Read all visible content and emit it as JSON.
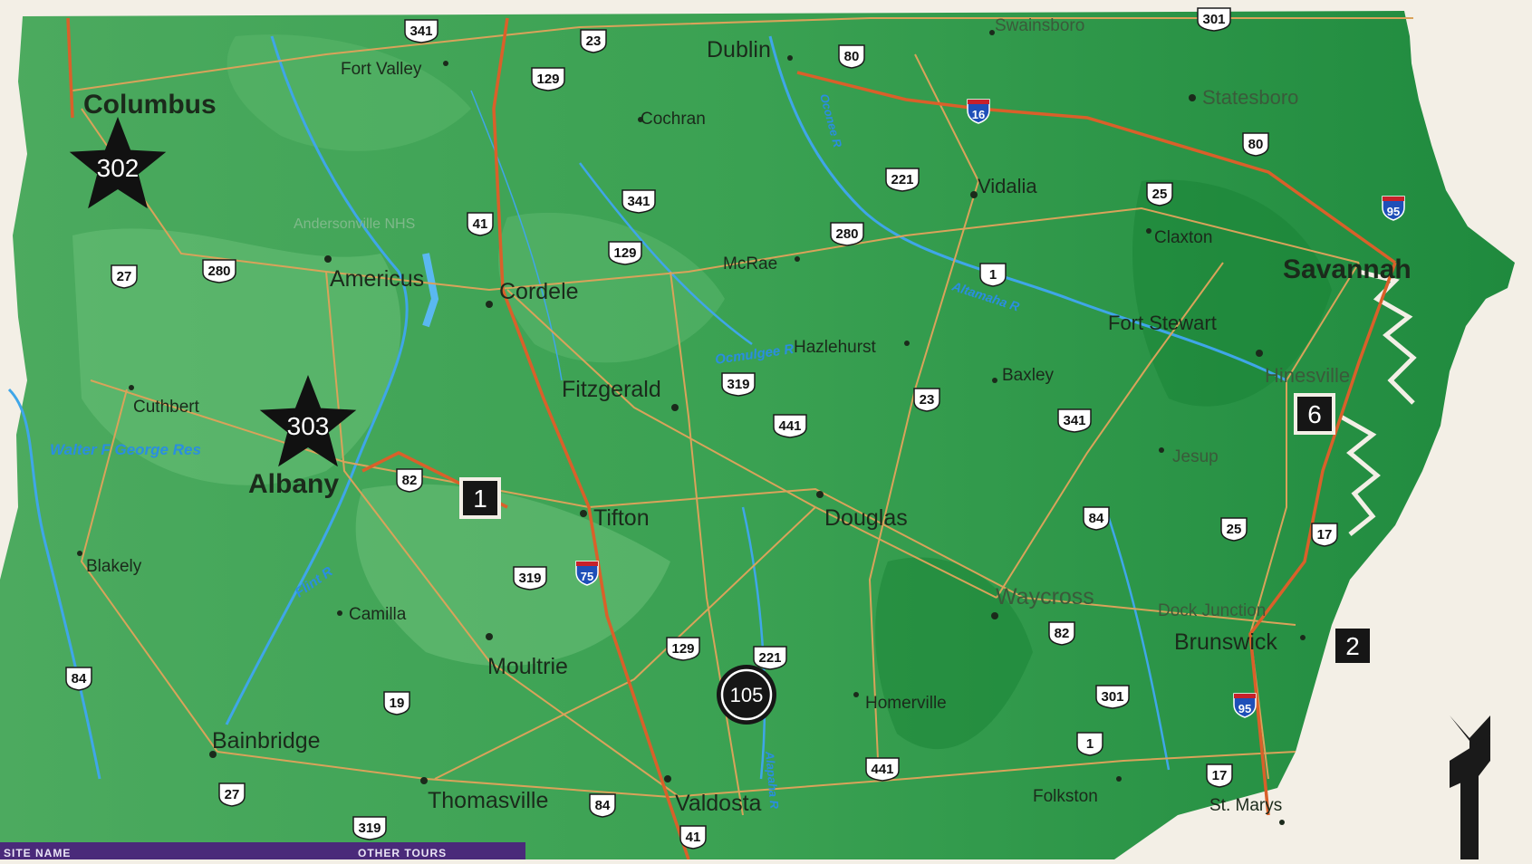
{
  "cities": [
    {
      "id": "columbus",
      "name": "Columbus",
      "size": "xl"
    },
    {
      "id": "fort-valley",
      "name": "Fort Valley",
      "size": "s"
    },
    {
      "id": "dublin",
      "name": "Dublin",
      "size": "l"
    },
    {
      "id": "swainsboro",
      "name": "Swainsboro",
      "size": "s"
    },
    {
      "id": "statesboro",
      "name": "Statesboro",
      "size": "m"
    },
    {
      "id": "cochran",
      "name": "Cochran",
      "size": "s"
    },
    {
      "id": "vidalia",
      "name": "Vidalia",
      "size": "m"
    },
    {
      "id": "claxton",
      "name": "Claxton",
      "size": "s"
    },
    {
      "id": "savannah",
      "name": "Savannah",
      "size": "xl"
    },
    {
      "id": "mcrae",
      "name": "McRae",
      "size": "s"
    },
    {
      "id": "americus",
      "name": "Americus",
      "size": "l"
    },
    {
      "id": "cordele",
      "name": "Cordele",
      "size": "l"
    },
    {
      "id": "fort-stewart",
      "name": "Fort Stewart",
      "size": "m"
    },
    {
      "id": "hazlehurst",
      "name": "Hazlehurst",
      "size": "s"
    },
    {
      "id": "hinesville",
      "name": "Hinesville",
      "size": "m"
    },
    {
      "id": "baxley",
      "name": "Baxley",
      "size": "s"
    },
    {
      "id": "cuthbert",
      "name": "Cuthbert",
      "size": "s"
    },
    {
      "id": "fitzgerald",
      "name": "Fitzgerald",
      "size": "l"
    },
    {
      "id": "jesup",
      "name": "Jesup",
      "size": "s"
    },
    {
      "id": "albany",
      "name": "Albany",
      "size": "xl"
    },
    {
      "id": "tifton",
      "name": "Tifton",
      "size": "l"
    },
    {
      "id": "douglas",
      "name": "Douglas",
      "size": "l"
    },
    {
      "id": "blakely",
      "name": "Blakely",
      "size": "s"
    },
    {
      "id": "waycross",
      "name": "Waycross",
      "size": "l"
    },
    {
      "id": "camilla",
      "name": "Camilla",
      "size": "s"
    },
    {
      "id": "dock-junction",
      "name": "Dock Junction",
      "size": "s"
    },
    {
      "id": "brunswick",
      "name": "Brunswick",
      "size": "l"
    },
    {
      "id": "moultrie",
      "name": "Moultrie",
      "size": "l"
    },
    {
      "id": "homerville",
      "name": "Homerville",
      "size": "s"
    },
    {
      "id": "bainbridge",
      "name": "Bainbridge",
      "size": "l"
    },
    {
      "id": "thomasville",
      "name": "Thomasville",
      "size": "l"
    },
    {
      "id": "valdosta",
      "name": "Valdosta",
      "size": "l"
    },
    {
      "id": "folkston",
      "name": "Folkston",
      "size": "s"
    },
    {
      "id": "st-marys",
      "name": "St. Marys",
      "size": "s"
    }
  ],
  "parks": [
    {
      "id": "andersonville",
      "name": "Andersonville NHS"
    }
  ],
  "water_labels": [
    {
      "id": "walter-f-george",
      "name": "Walter F George Res"
    },
    {
      "id": "flint-river",
      "name": "Flint R"
    },
    {
      "id": "ocmulgee-river",
      "name": "Ocmulgee R"
    },
    {
      "id": "altamaha-river",
      "name": "Altamaha R"
    },
    {
      "id": "oconee-river",
      "name": "Oconee R"
    },
    {
      "id": "alapaha-river",
      "name": "Alapaha R"
    }
  ],
  "us_routes": [
    "341",
    "23",
    "80",
    "129",
    "80",
    "301",
    "25",
    "221",
    "41",
    "341",
    "280",
    "129",
    "27",
    "280",
    "1",
    "319",
    "441",
    "23",
    "341",
    "82",
    "84",
    "25",
    "17",
    "319",
    "82",
    "129",
    "221",
    "84",
    "19",
    "301",
    "1",
    "441",
    "27",
    "84",
    "17",
    "319",
    "41"
  ],
  "interstates": [
    "16",
    "95",
    "75",
    "95"
  ],
  "stars": [
    {
      "id": "star-302",
      "label": "302"
    },
    {
      "id": "star-303",
      "label": "303"
    }
  ],
  "square_markers": [
    {
      "id": "marker-1",
      "label": "1"
    },
    {
      "id": "marker-6",
      "label": "6"
    },
    {
      "id": "marker-2",
      "label": "2"
    }
  ],
  "circle_markers": [
    {
      "id": "marker-105",
      "label": "105"
    }
  ],
  "bottom_bar": {
    "left_label": "SITE NAME",
    "right_label": "OTHER TOURS"
  },
  "colors": {
    "land_light": "#5ab56b",
    "land_mid": "#3ba354",
    "land_dark": "#20893c",
    "water": "#3fa6e8",
    "highway": "#d9602a",
    "road": "#d9a35a",
    "paper": "#f3efe6",
    "bar": "#4a2a7a"
  }
}
